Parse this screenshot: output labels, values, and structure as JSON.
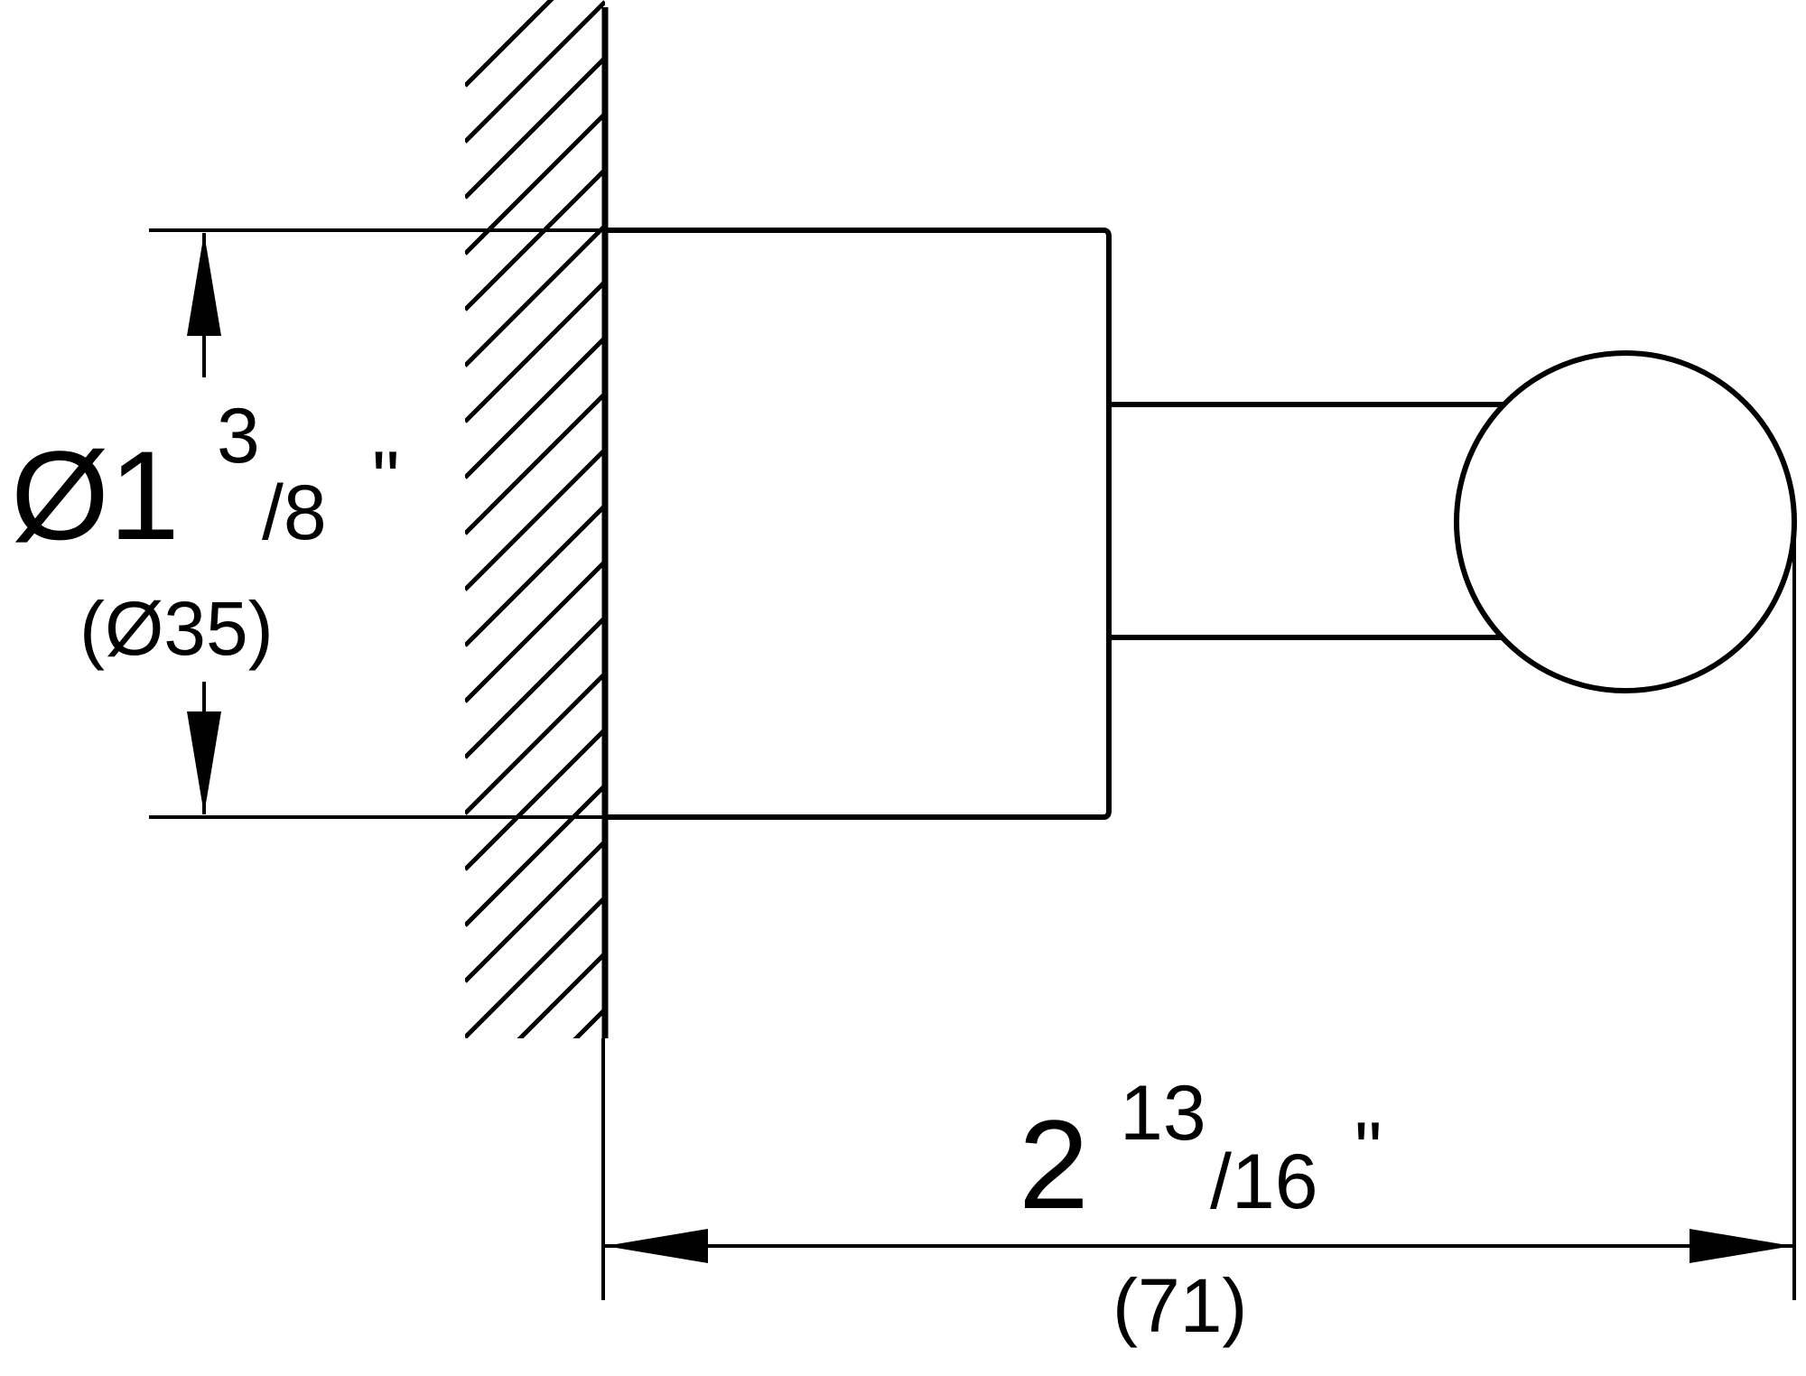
{
  "diagram": {
    "colors": {
      "line": "#000000",
      "background": "#ffffff"
    },
    "diameter_dimension": {
      "prefix": "Ø1",
      "numerator": "3",
      "slash_denominator": "/8",
      "inch_mark": "\"",
      "metric": "(Ø35)"
    },
    "depth_dimension": {
      "whole": "2",
      "numerator": "13",
      "slash_denominator": "/16",
      "inch_mark": "\"",
      "metric": "(71)"
    }
  }
}
